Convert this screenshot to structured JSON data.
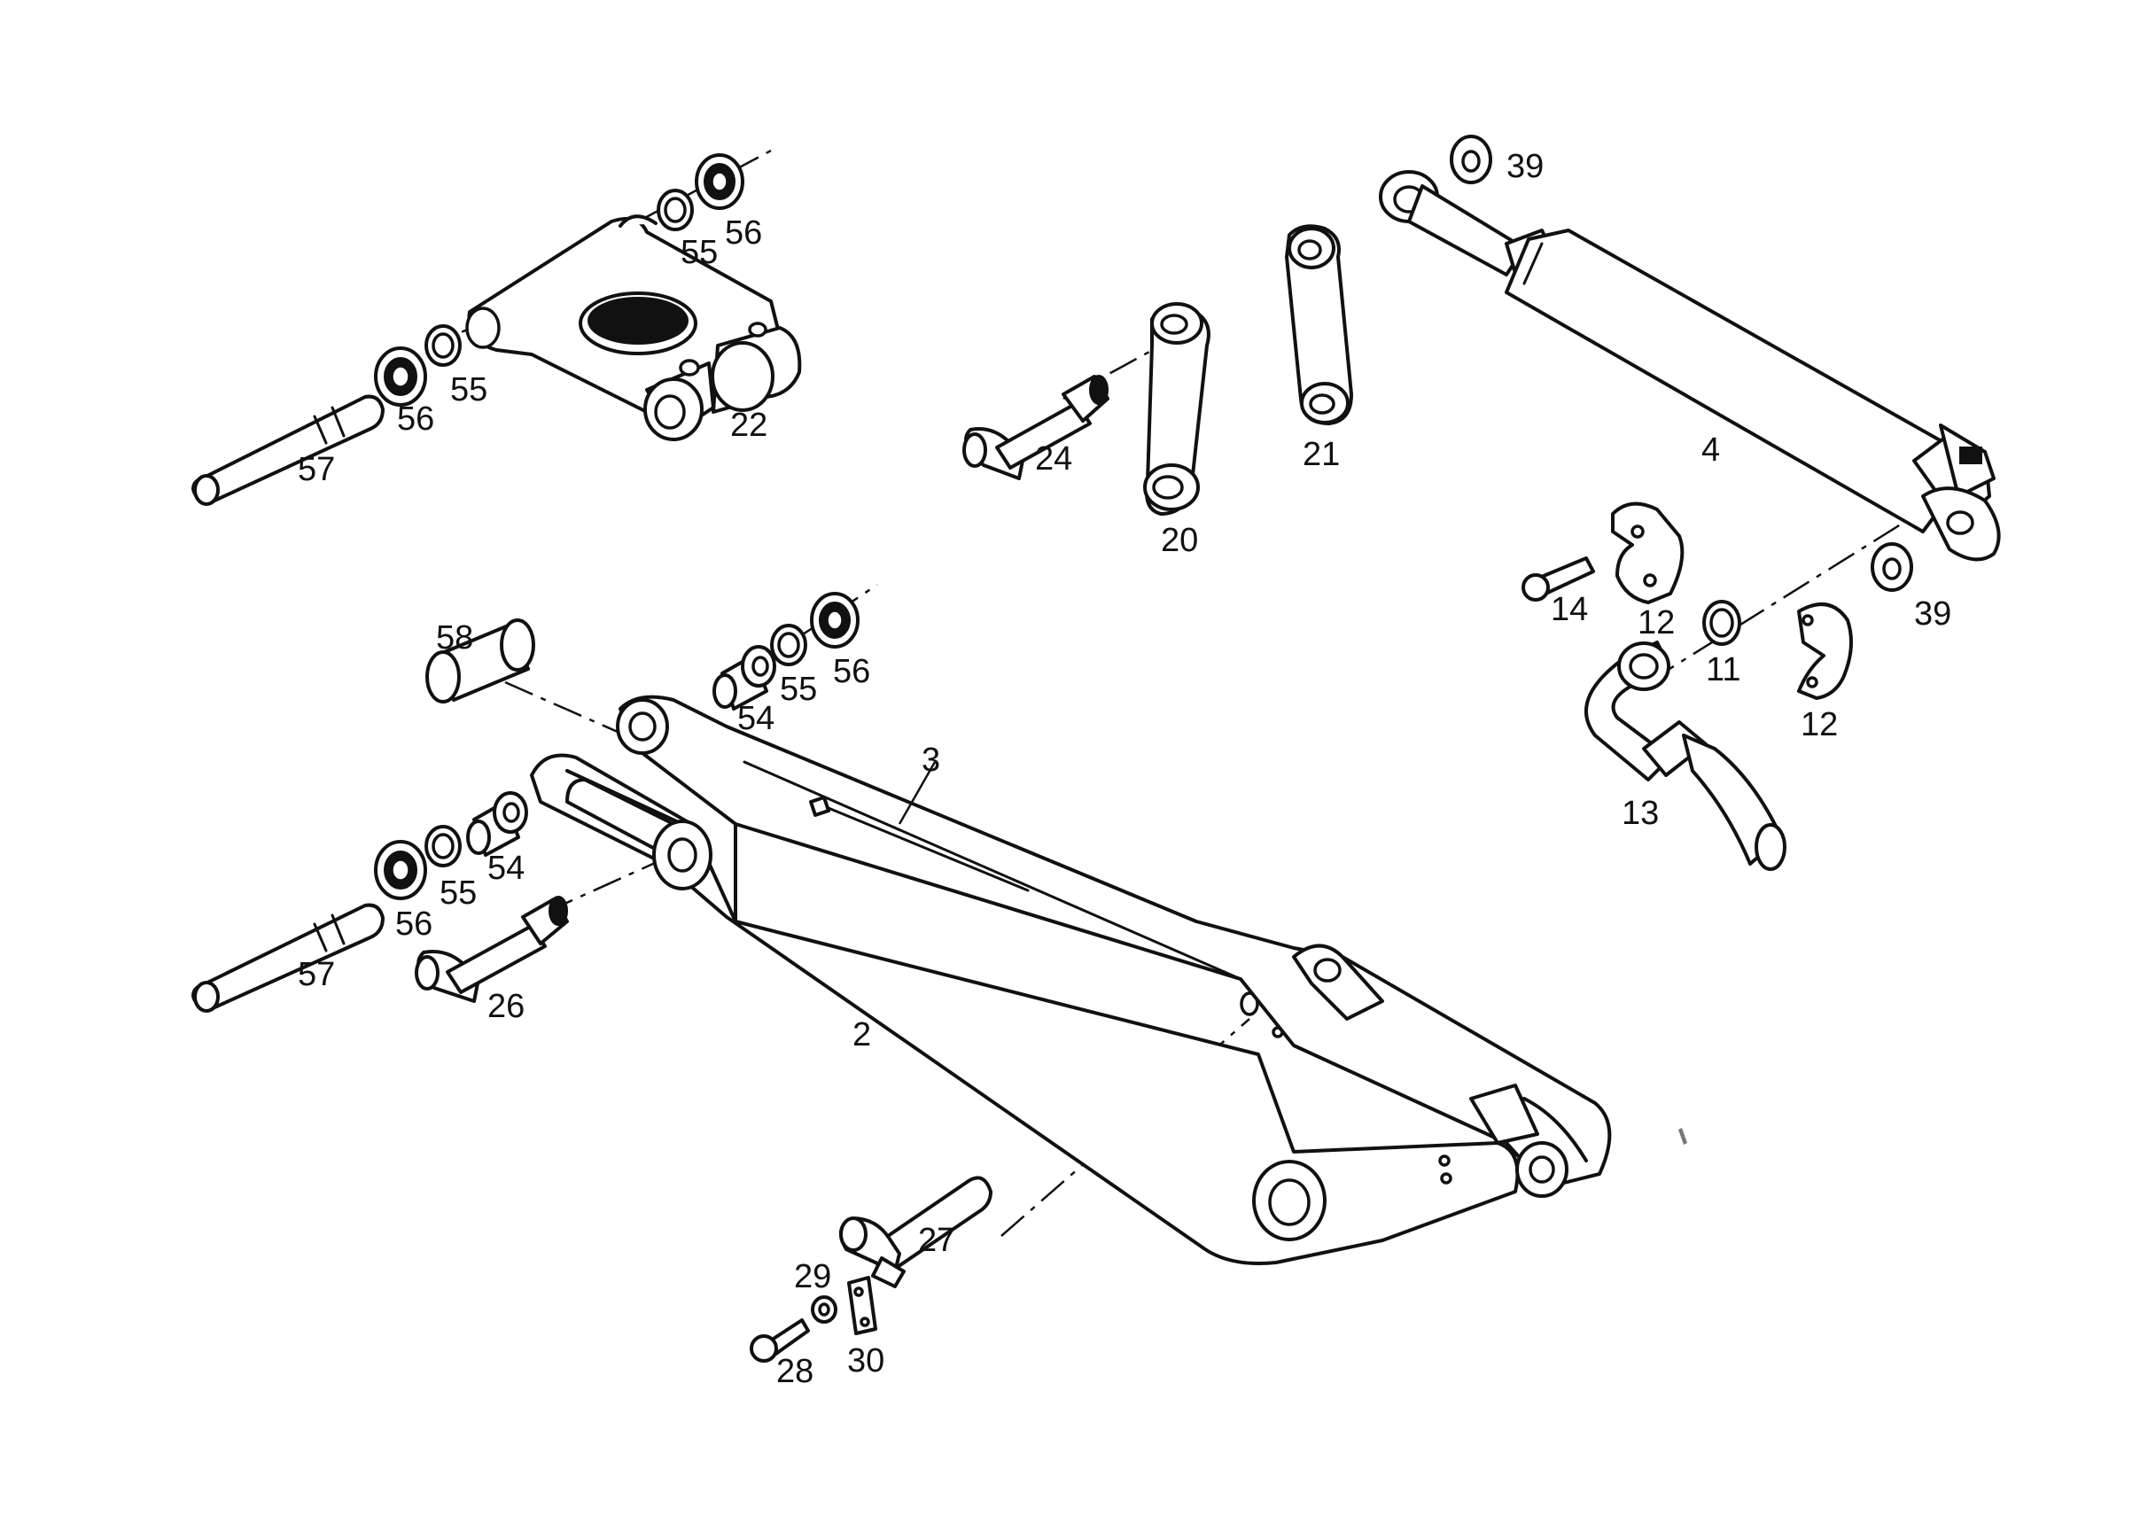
{
  "diagram": {
    "callouts": {
      "p57a": "57",
      "p56a": "56",
      "p55a": "55",
      "p22": "22",
      "p55b": "55",
      "p56b": "56",
      "p24": "24",
      "p20": "20",
      "p21": "21",
      "p39a": "39",
      "p4": "4",
      "p14": "14",
      "p12a": "12",
      "p11": "11",
      "p12b": "12",
      "p39b": "39",
      "p13": "13",
      "p58": "58",
      "p54a": "54",
      "p55c": "55",
      "p56c": "56",
      "p3": "3",
      "p54b": "54",
      "p55d": "55",
      "p56d": "56",
      "p57b": "57",
      "p26": "26",
      "p2": "2",
      "p27": "27",
      "p29": "29",
      "p28": "28",
      "p30": "30"
    }
  }
}
